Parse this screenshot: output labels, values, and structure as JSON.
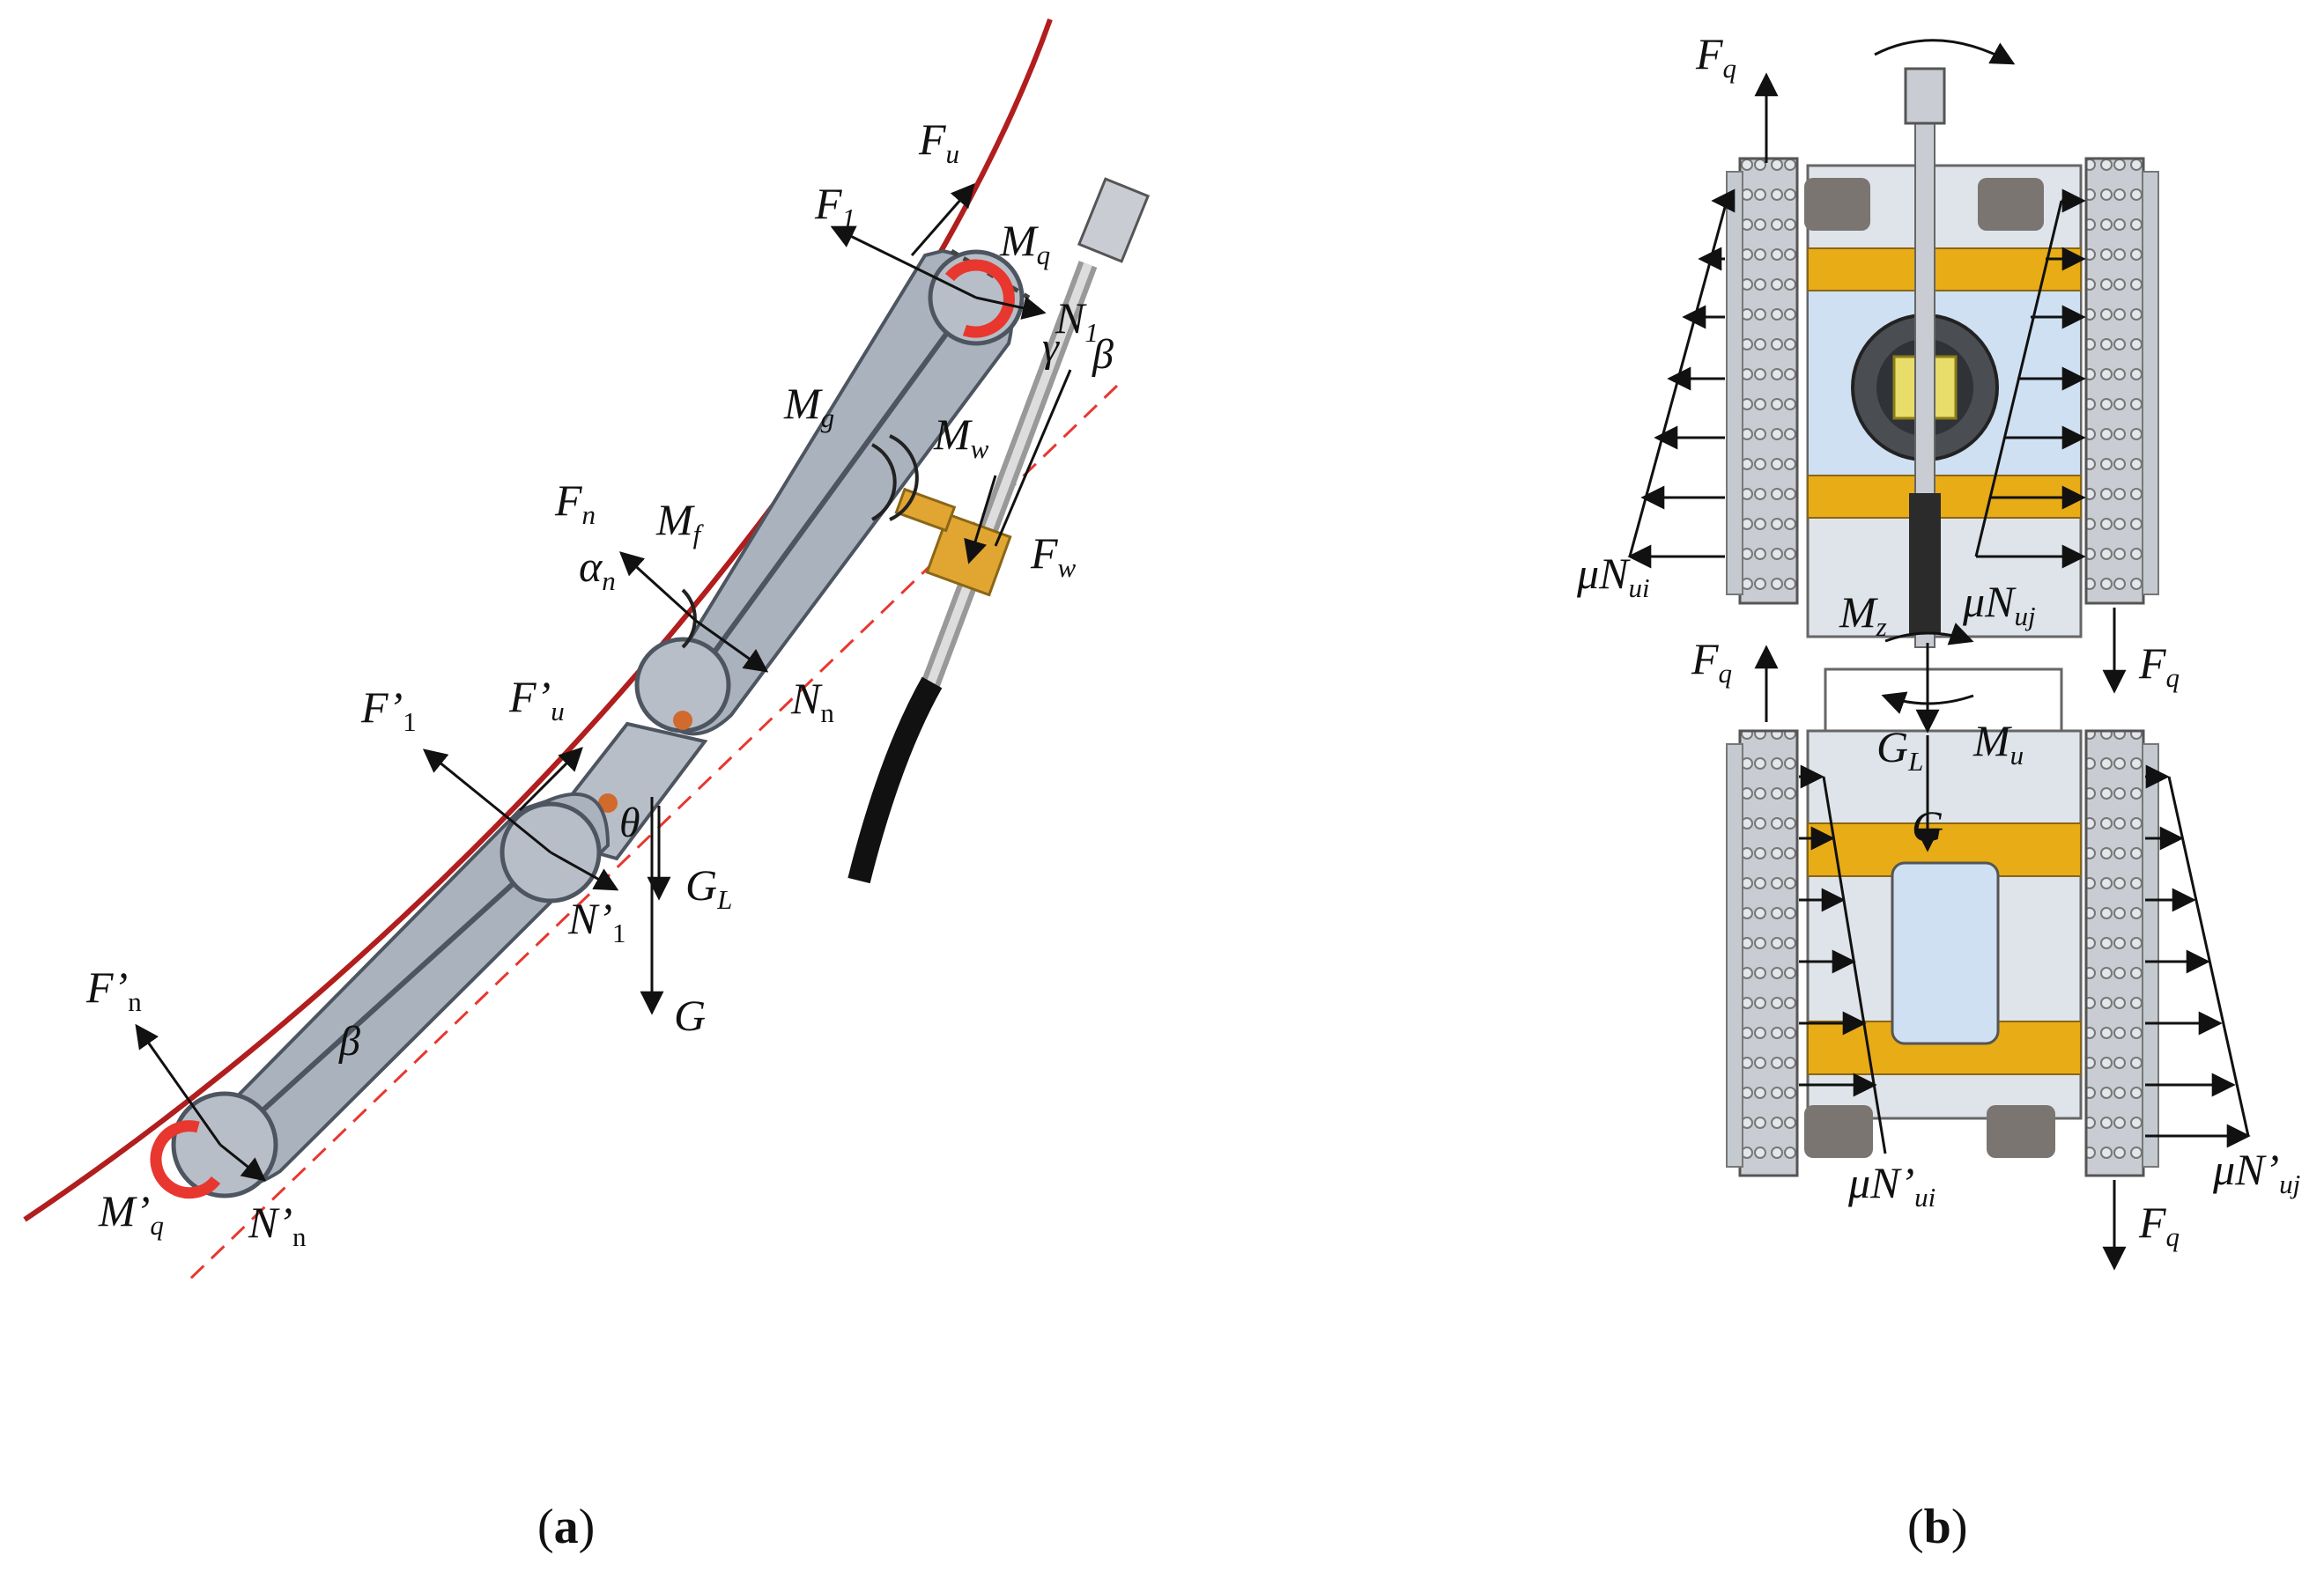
{
  "panel_a": {
    "caption_open": "(",
    "caption_letter": "a",
    "caption_close": ")",
    "labels": {
      "F1": {
        "main": "F",
        "sub": "1"
      },
      "Fu": {
        "main": "F",
        "sub": "u"
      },
      "Mq": {
        "main": "M",
        "sub": "q"
      },
      "N1": {
        "main": "N",
        "sub": "1"
      },
      "gamma": {
        "main": "γ",
        "sub": ""
      },
      "beta_top": {
        "main": "β",
        "sub": ""
      },
      "Mg": {
        "main": "M",
        "sub": "g"
      },
      "Mw": {
        "main": "M",
        "sub": "w"
      },
      "Fn": {
        "main": "F",
        "sub": "n"
      },
      "Mf": {
        "main": "M",
        "sub": "f"
      },
      "alpha_n": {
        "main": "α",
        "sub": "n"
      },
      "Fw": {
        "main": "F",
        "sub": "w"
      },
      "Nn": {
        "main": "N",
        "sub": "n"
      },
      "F1p": {
        "main": "F’",
        "sub": "1"
      },
      "Fup": {
        "main": "F’",
        "sub": "u"
      },
      "theta": {
        "main": "θ",
        "sub": ""
      },
      "GL": {
        "main": "G",
        "sub": "L"
      },
      "N1p": {
        "main": "N’",
        "sub": "1"
      },
      "G": {
        "main": "G",
        "sub": ""
      },
      "Fnp": {
        "main": "F’",
        "sub": "n"
      },
      "beta_low": {
        "main": "β",
        "sub": ""
      },
      "Mqp": {
        "main": "M’",
        "sub": "q"
      },
      "Nnp": {
        "main": "N’",
        "sub": "n"
      }
    }
  },
  "panel_b": {
    "caption_open": "(",
    "caption_letter": "b",
    "caption_close": ")",
    "labels": {
      "Fq_tl": {
        "main": "F",
        "sub": "q"
      },
      "muNui": {
        "main": "μN",
        "sub": "ui"
      },
      "Mz": {
        "main": "M",
        "sub": "z"
      },
      "muNuj": {
        "main": "μN",
        "sub": "uj"
      },
      "Fq_ml": {
        "main": "F",
        "sub": "q"
      },
      "Fq_mr": {
        "main": "F",
        "sub": "q"
      },
      "GL": {
        "main": "G",
        "sub": "L"
      },
      "Mu": {
        "main": "M",
        "sub": "u"
      },
      "G": {
        "main": "G",
        "sub": ""
      },
      "muNpui": {
        "main": "μN’",
        "sub": "ui"
      },
      "muNpuj": {
        "main": "μN’",
        "sub": "uj"
      },
      "Fq_br": {
        "main": "F",
        "sub": "q"
      }
    }
  },
  "colors": {
    "wall": "#b21d1d",
    "robot_body": "#aab2bd",
    "robot_dark": "#6f7784",
    "dash": "#e8372f",
    "moment_red": "#e8372f",
    "brass": "#e0a631",
    "frame_yellow": "#e8ac17",
    "plate_blue": "#cfe0f3",
    "track": "#c8ccd2",
    "roller": "#7a7570"
  }
}
